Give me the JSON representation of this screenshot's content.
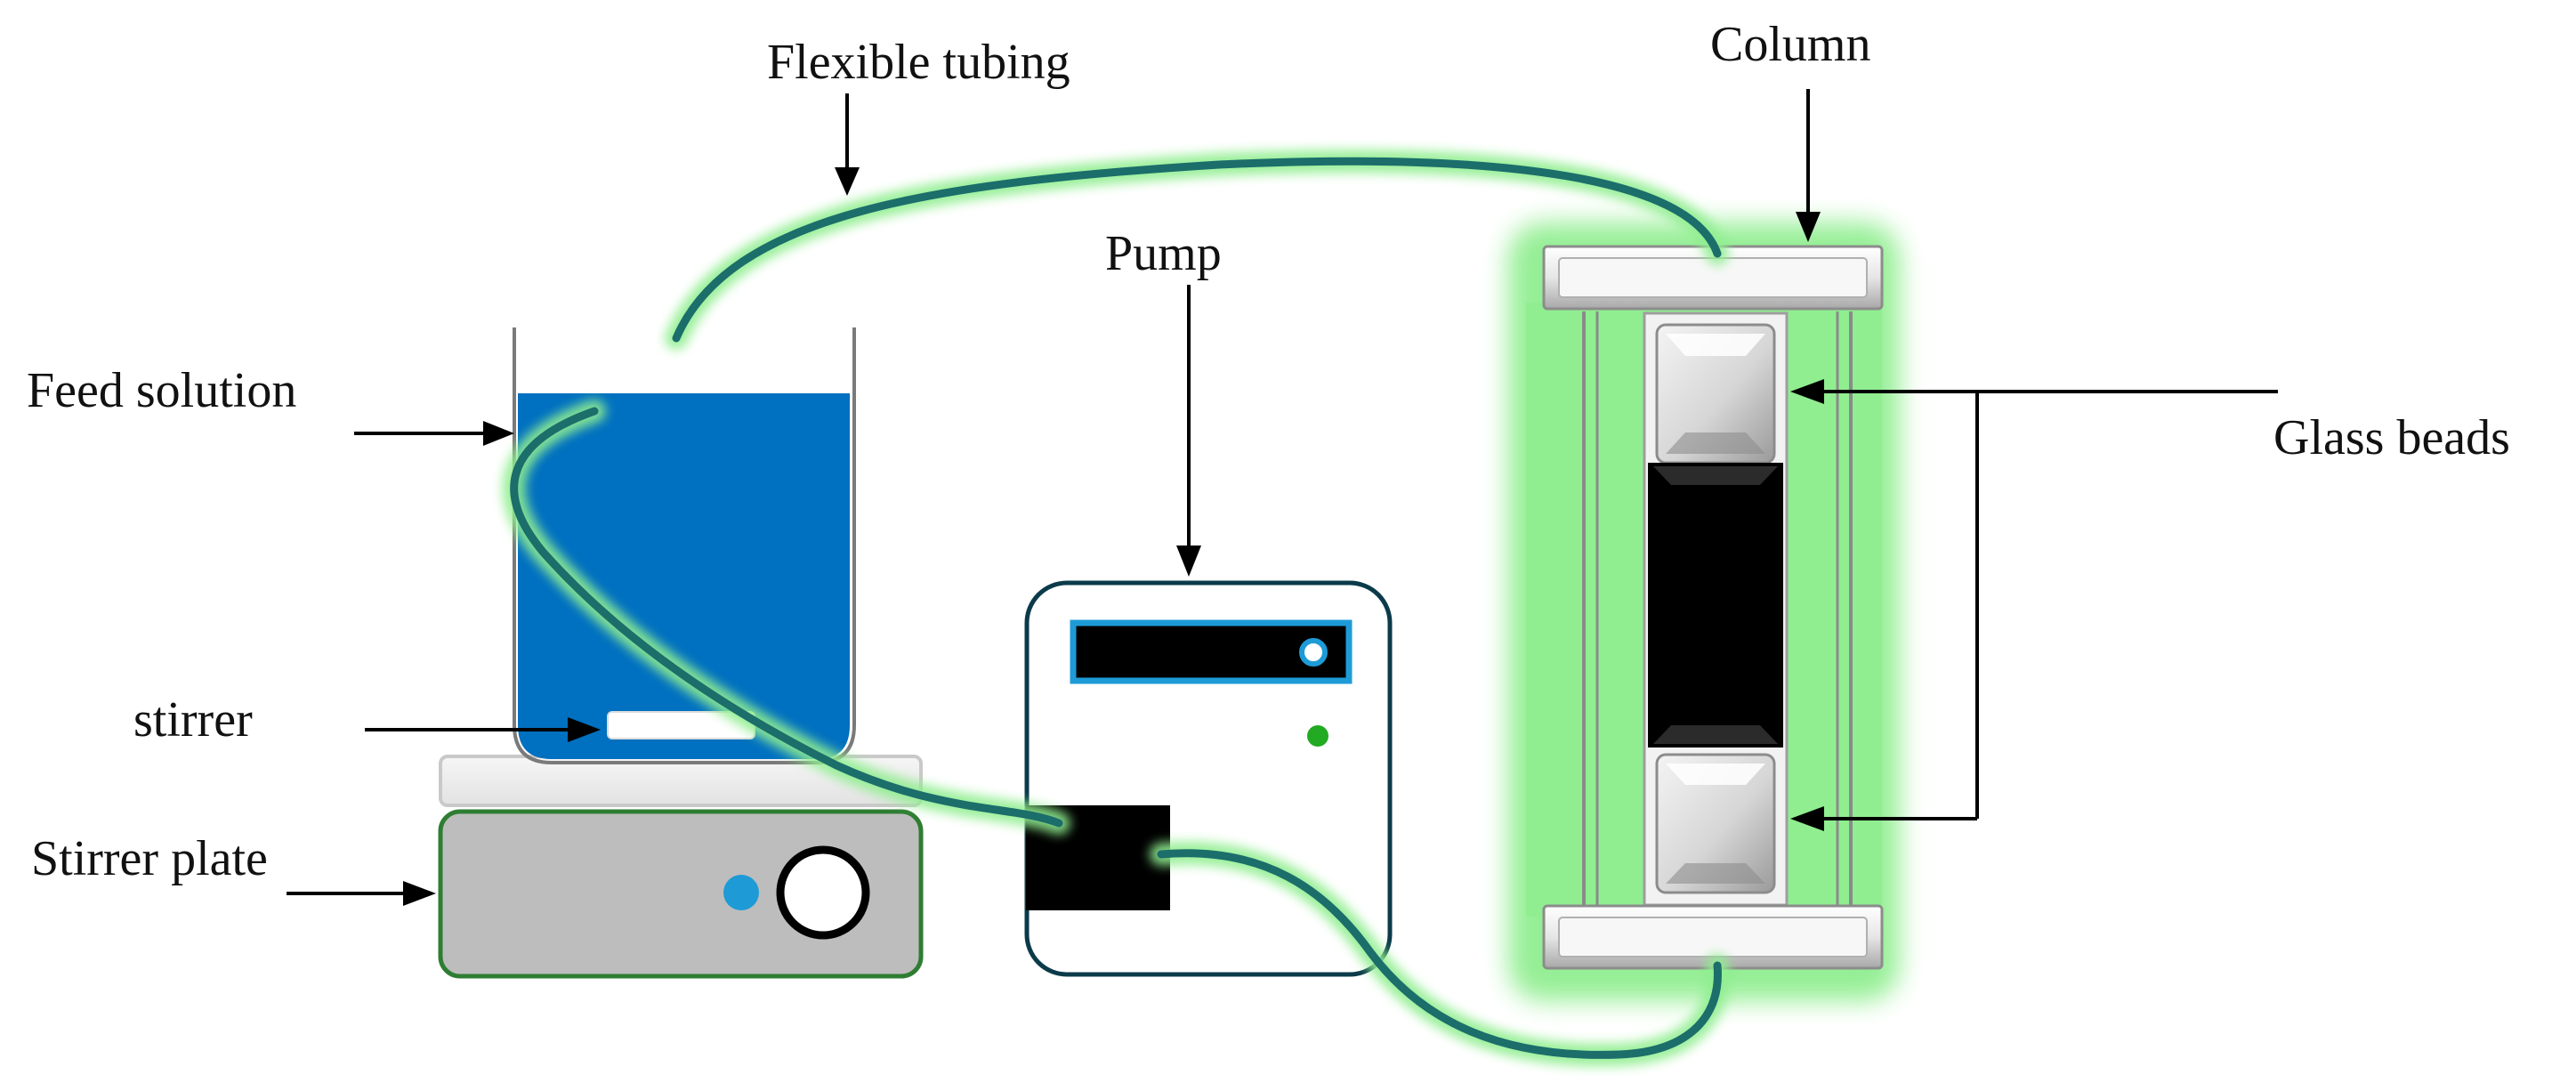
{
  "labels": {
    "flexible_tubing": "Flexible tubing",
    "column": "Column",
    "pump": "Pump",
    "feed_solution": "Feed solution",
    "glass_beads": "Glass beads",
    "stirrer": "stirrer",
    "stirrer_plate": "Stirrer plate"
  },
  "colors": {
    "solution": "#0070C0",
    "tubing": "#1B6E6A",
    "tubing_glow": "#90EE90",
    "column_fill": "#90EE90",
    "plate_body": "#BDBDBD",
    "plate_border": "#2E7D32",
    "pump_border": "#0B3B4A",
    "pump_display": "#000000",
    "pump_display_frame": "#1E9BD7",
    "indicator_blue": "#1E9BD7",
    "indicator_green": "#22AA22",
    "resin": "#000000"
  }
}
